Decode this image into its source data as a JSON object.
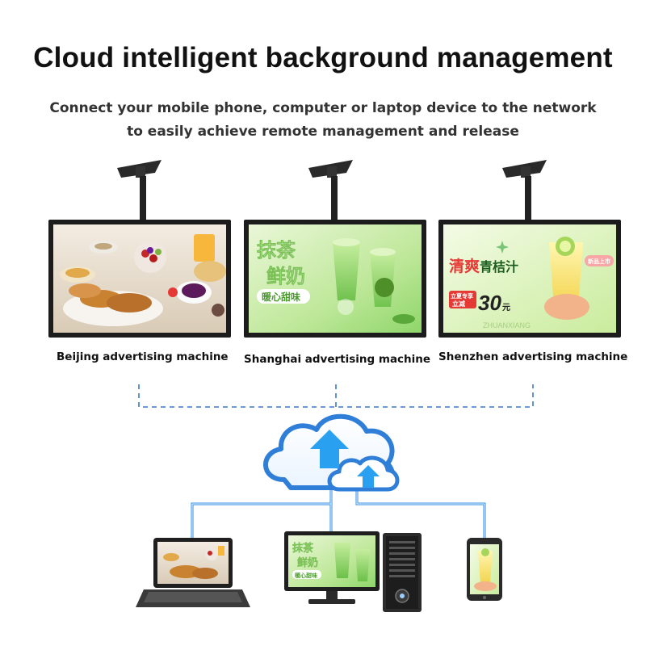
{
  "header": {
    "title": "Cloud intelligent background management",
    "subtitle_line1": "Connect your mobile phone, computer or laptop device to the network",
    "subtitle_line2": "to easily achieve remote management and release"
  },
  "screens": [
    {
      "label": "Beijing advertising machine"
    },
    {
      "label": "Shanghai advertising machine",
      "ad_line1": "抹茶",
      "ad_line2": "鲜奶",
      "ad_sub": "暖心甜味"
    },
    {
      "label": "Shenzhen advertising machine",
      "ad_brand1": "清爽",
      "ad_brand2": "青桔汁",
      "ad_tag": "新品上市",
      "ad_promo1": "立夏专享",
      "ad_promo2": "立减",
      "ad_price": "30",
      "ad_unit": "元",
      "ad_watermark": "ZHUANXIANG"
    }
  ],
  "monitor_ad": {
    "line1": "抹茶",
    "line2": "鲜奶",
    "sub": "暖心甜味"
  },
  "colors": {
    "cloud_blue": "#2f7fd9",
    "line_blue": "#2b8be0",
    "arrow_blue": "#2aa0f0",
    "dash_blue": "#3a78c8",
    "matcha_green": "#8fd66a",
    "promo_red": "#e53935"
  },
  "icons": [
    "ceiling-mount-icon",
    "cloud-icon",
    "upload-arrow-icon",
    "laptop-icon",
    "desktop-monitor-icon",
    "pc-tower-icon",
    "smartphone-icon"
  ]
}
